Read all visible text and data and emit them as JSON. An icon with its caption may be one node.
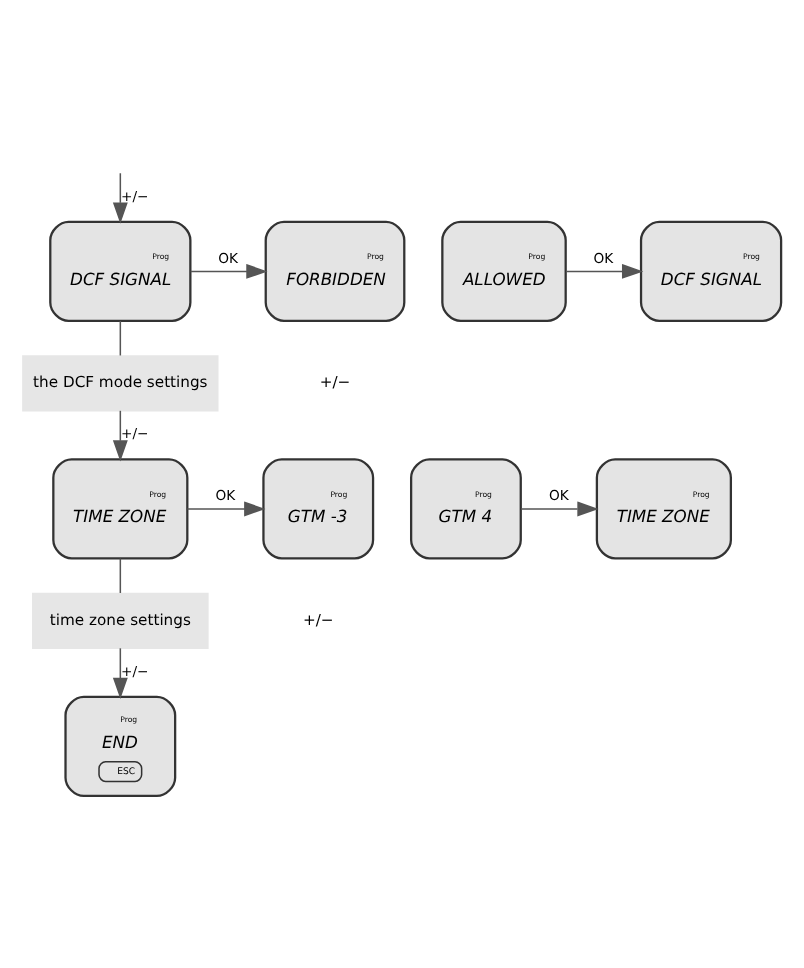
{
  "diagram": {
    "nodes": [
      {
        "text": [
          "Prog",
          "DCF SIGNAL"
        ]
      },
      {
        "text": [
          "the DCF mode settings"
        ]
      },
      {
        "text": [
          "Prog",
          "ALLOWED"
        ]
      },
      {
        "text": [
          "Prog",
          "FORBIDDEN"
        ]
      },
      {
        "text": [
          "Prog",
          "DCF SIGNAL"
        ]
      },
      {
        "text": [
          "Prog",
          "TIME ZONE"
        ]
      },
      {
        "text": [
          "time zone settings"
        ]
      },
      {
        "text": [
          "Prog",
          "GTM 4"
        ]
      },
      {
        "text": [
          "Prog",
          "GTM -3"
        ]
      },
      {
        "text": [
          "Prog",
          "TIME ZONE"
        ]
      },
      {
        "text": [
          "Prog",
          "END",
          "ESC"
        ]
      }
    ],
    "edges": [
      {
        "from": null,
        "to": 0,
        "arrow": "to",
        "label": "+/−"
      },
      {
        "from": 0,
        "to": 3,
        "arrow": "to",
        "label": "OK"
      },
      {
        "from": 2,
        "to": 4,
        "arrow": "to",
        "label": "OK"
      },
      {
        "from": 0,
        "to": 1,
        "arrow": "none"
      },
      {
        "from": 1,
        "to": 5,
        "arrow": "to",
        "label": "+/−"
      },
      {
        "from": 5,
        "to": 8,
        "arrow": "to",
        "label": "OK"
      },
      {
        "from": 7,
        "to": 9,
        "arrow": "to",
        "label": "OK"
      },
      {
        "from": 5,
        "to": 6,
        "arrow": "none"
      },
      {
        "from": 6,
        "to": 10,
        "arrow": "to",
        "label": "+/−"
      }
    ],
    "labels": [
      "+/−",
      "+/−"
    ]
  }
}
